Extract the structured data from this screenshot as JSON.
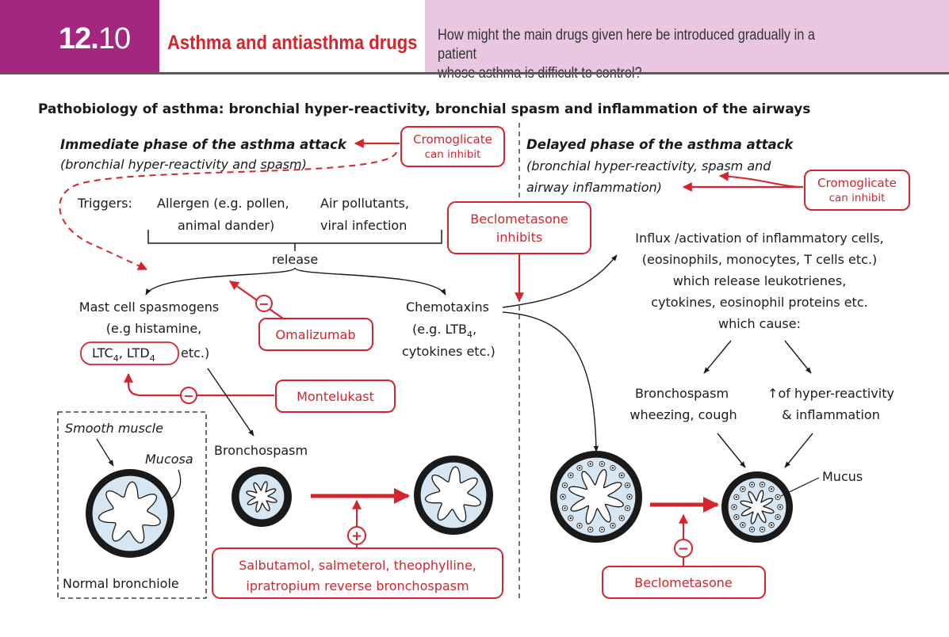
{
  "header": {
    "number_bold": "12.",
    "number_thin": "10",
    "title": "Asthma and antiasthma drugs",
    "question_line1": "How might the main drugs given here be introduced gradually in a patient",
    "question_line2": "whose asthma is difficult to control?"
  },
  "diagram": {
    "main_title": "Pathobiology of asthma: bronchial hyper-reactivity, bronchial spasm and inflammation of the airways",
    "immediate": {
      "title": "Immediate phase of the asthma attack",
      "subtitle": "(bronchial hyper-reactivity and spasm)",
      "triggers_label": "Triggers:",
      "trigger1_line1": "Allergen (e.g. pollen,",
      "trigger1_line2": "animal dander)",
      "trigger2_line1": "Air pollutants,",
      "trigger2_line2": "viral infection",
      "release": "release",
      "spasmogens_line1": "Mast cell spasmogens",
      "spasmogens_line2": "(e.g histamine,",
      "ltc": "LTC",
      "ltd": "LTD",
      "sub4": "4",
      "etc": "etc.)",
      "chemotaxins_line1": "Chemotaxins",
      "chemotaxins_line2": "(e.g. LTB",
      "chemotaxins_line2_end": ",",
      "chemotaxins_line3": "cytokines etc.)",
      "bronchospasm": "Bronchospasm",
      "smooth_muscle": "Smooth muscle",
      "mucosa": "Mucosa",
      "normal_bronchiole": "Normal bronchiole"
    },
    "delayed": {
      "title": "Delayed phase of the asthma attack",
      "subtitle_line1": "(bronchial hyper-reactivity, spasm and",
      "subtitle_line2": "airway inflammation)",
      "influx_line1": "Influx /activation of inflammatory cells,",
      "influx_line2": "(eosinophils, monocytes, T cells etc.)",
      "influx_line3": "which release leukotrienes,",
      "influx_line4": "cytokines, eosinophil proteins etc.",
      "influx_line5": "which cause:",
      "effect1_line1": "Bronchospasm",
      "effect1_line2": "wheezing, cough",
      "effect2_line1": "↑of hyper-reactivity",
      "effect2_line2": "& inflammation",
      "mucus": "Mucus"
    },
    "drugs": {
      "cromoglicate_line1": "Cromoglicate",
      "cromoglicate_line2": "can inhibit",
      "beclometasone_line1": "Beclometasone",
      "beclometasone_line2": "inhibits",
      "omalizumab": "Omalizumab",
      "montelukast": "Montelukast",
      "salbutamol_line1": "Salbutamol, salmeterol, theophylline,",
      "salbutamol_line2": "ipratropium reverse bronchospasm",
      "beclometasone_bottom": "Beclometasone",
      "minus": "−",
      "plus": "+"
    },
    "colors": {
      "accent_red": "#d6242d",
      "lumen_blue": "#d6e6f3",
      "header_purple": "#a3267f",
      "header_pink": "#e9c7e0"
    }
  }
}
